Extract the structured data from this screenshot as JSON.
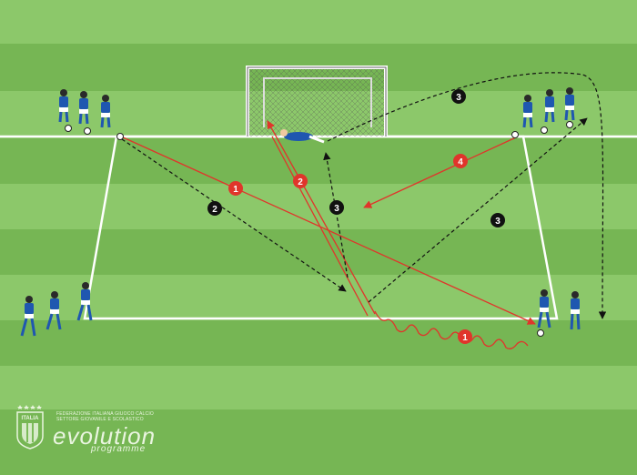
{
  "branding": {
    "federation_line1": "FEDERAZIONE ITALIANA GIUOCO CALCIO",
    "federation_line2": "SETTORE GIOVANILE E SCOLASTICO",
    "shield_text": "ITALIA",
    "wordmark": "evolution",
    "sub": "programme"
  },
  "colors": {
    "grass_light": "#8cc86a",
    "grass_dark": "#74b552",
    "line": "#ffffff",
    "pass_arrow": "#e0352b",
    "run_arrow": "#111111",
    "kit": "#1f57b0"
  },
  "markers": [
    {
      "id": "m1a",
      "label": "1",
      "kind": "red"
    },
    {
      "id": "m1b",
      "label": "1",
      "kind": "red"
    },
    {
      "id": "m2a",
      "label": "2",
      "kind": "black"
    },
    {
      "id": "m2b",
      "label": "2",
      "kind": "red"
    },
    {
      "id": "m3a",
      "label": "3",
      "kind": "black"
    },
    {
      "id": "m3b",
      "label": "3",
      "kind": "black"
    },
    {
      "id": "m3c",
      "label": "3",
      "kind": "black"
    },
    {
      "id": "m4",
      "label": "4",
      "kind": "red"
    }
  ]
}
